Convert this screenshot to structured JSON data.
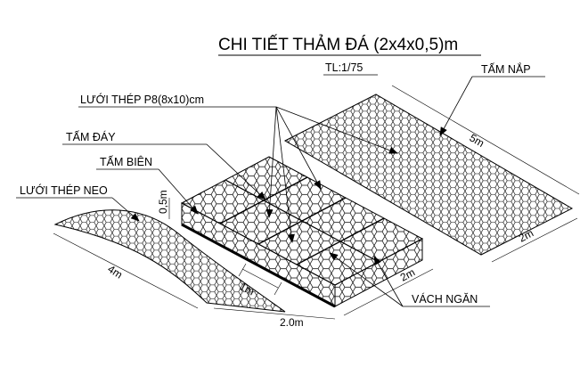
{
  "title": "CHI TIẾT THẢM ĐÁ (2x4x0,5)m",
  "scale": "TL:1/75",
  "labels": {
    "cover_panel": "TẤM NẮP",
    "mesh_spec": "LƯỚI THÉP P8(8x10)cm",
    "base_panel": "TẤM ĐÁY",
    "side_panel": "TẤM BIÊN",
    "anchor_mesh": "LƯỚI THÉP NEO",
    "divider": "VÁCH NGĂN"
  },
  "dimensions": {
    "cover_length": "5m",
    "cover_width": "2m",
    "height": "0,5m",
    "mattress_width": "2m",
    "cell_width": "1m",
    "mattress_length": "2.0m",
    "anchor_length": "4m"
  },
  "colors": {
    "line": "#000000",
    "background": "#ffffff"
  },
  "icons": [
    "hexagonal-mesh-pattern",
    "arrowhead"
  ]
}
